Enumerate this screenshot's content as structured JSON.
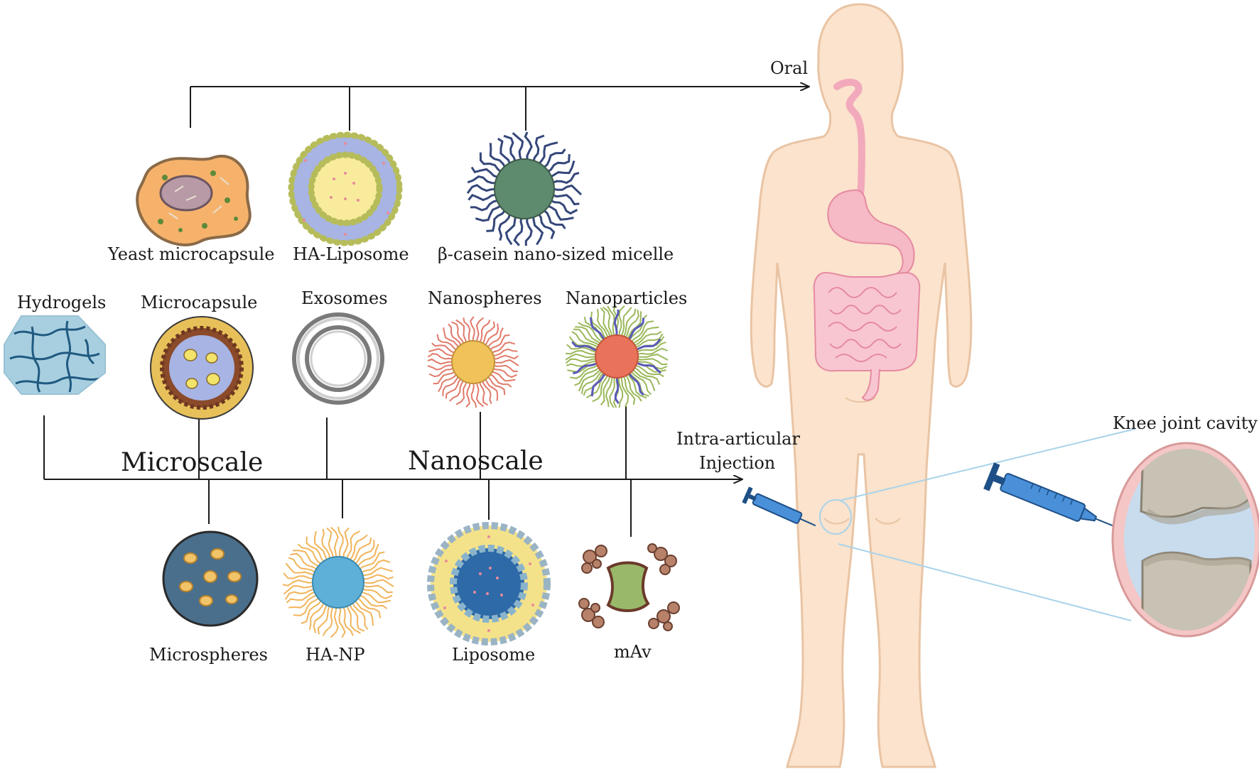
{
  "routes": {
    "oral": "Oral",
    "intra_articular_line1": "Intra-articular",
    "intra_articular_line2": "Injection",
    "knee_joint": "Knee joint cavity"
  },
  "scales": {
    "micro": "Microscale",
    "nano": "Nanoscale"
  },
  "oral_carriers": [
    {
      "label": "Yeast microcapsule"
    },
    {
      "label": "HA-Liposome"
    },
    {
      "label": "β-casein nano-sized micelle"
    }
  ],
  "upper_carriers": [
    {
      "label": "Hydrogels"
    },
    {
      "label": "Microcapsule"
    },
    {
      "label": "Exosomes"
    },
    {
      "label": "Nanospheres"
    },
    {
      "label": "Nanoparticles"
    }
  ],
  "lower_carriers": [
    {
      "label": "Microspheres"
    },
    {
      "label": "HA-NP"
    },
    {
      "label": "Liposome"
    },
    {
      "label": "mAv"
    }
  ],
  "colors": {
    "line": "#1a1a1a",
    "skin": "#fbe3cd",
    "skin_edge": "#e9c4a4",
    "gut": "#f6b9c6",
    "gut_edge": "#e58aa0",
    "syringe": "#4a90d9",
    "callout": "#a9d3ea"
  }
}
